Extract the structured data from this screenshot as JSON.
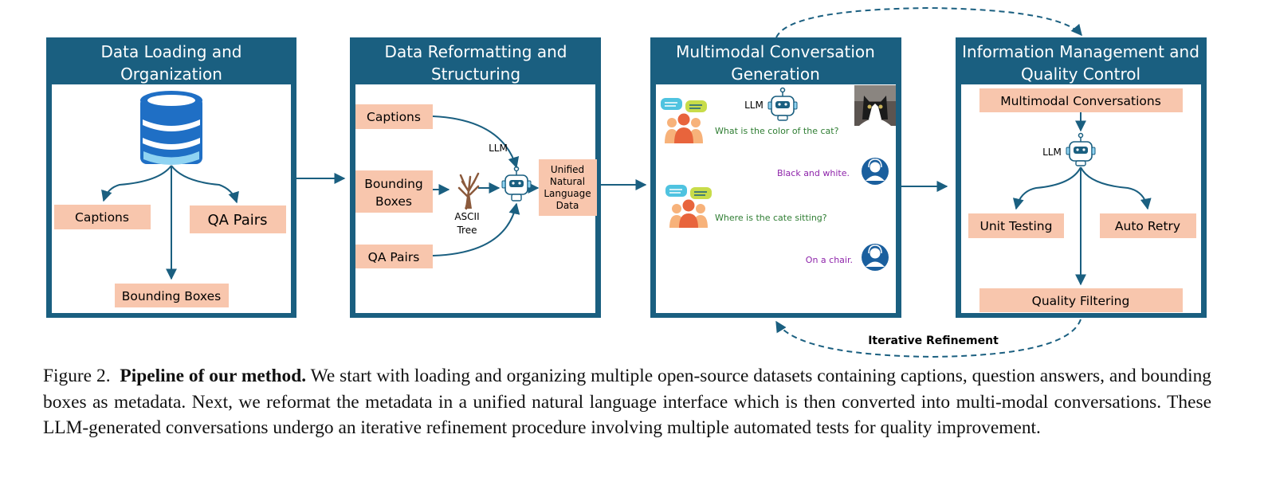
{
  "panels": [
    {
      "title_lines": [
        "Data Loading and",
        "Organization"
      ]
    },
    {
      "title_lines": [
        "Data Reformatting and",
        "Structuring"
      ]
    },
    {
      "title_lines": [
        "Multimodal Conversation",
        "Generation"
      ]
    },
    {
      "title_lines": [
        "Information Management and",
        "Quality Control"
      ]
    }
  ],
  "panel1": {
    "captions": "Captions",
    "qa_pairs": "QA Pairs",
    "bounding_boxes": "Bounding Boxes"
  },
  "panel2": {
    "captions": "Captions",
    "bounding_boxes_lines": [
      "Bounding",
      "Boxes"
    ],
    "qa_pairs": "QA Pairs",
    "llm": "LLM",
    "ascii_tree_lines": [
      "ASCII",
      "Tree"
    ],
    "unified_lines": [
      "Unified",
      "Natural",
      "Language",
      "Data"
    ]
  },
  "panel3": {
    "llm": "LLM",
    "q1": "What is the color of the cat?",
    "a1": "Black and white.",
    "q2": "Where is the cate sitting?",
    "a2": "On a chair."
  },
  "panel4": {
    "conversations": "Multimodal Conversations",
    "llm": "LLM",
    "unit_testing": "Unit Testing",
    "auto_retry": "Auto Retry",
    "quality_filtering": "Quality Filtering"
  },
  "iterative_refinement": "Iterative Refinement",
  "caption": {
    "label": "Figure 2.",
    "bold": "Pipeline of our method.",
    "text": "We start with loading and organizing multiple open-source datasets containing captions, question answers, and bounding boxes as metadata. Next, we reformat the metadata in a unified natural language interface which is then converted into multi-modal conversations. These LLM-generated conversations undergo an iterative refinement procedure involving multiple automated tests for quality improvement."
  },
  "colors": {
    "panel_header": "#1a5f80",
    "box_fill": "#f8c6ad",
    "arrow": "#1a5f80",
    "db_blue": "#1f6fc5",
    "db_light": "#8fd3f2"
  }
}
